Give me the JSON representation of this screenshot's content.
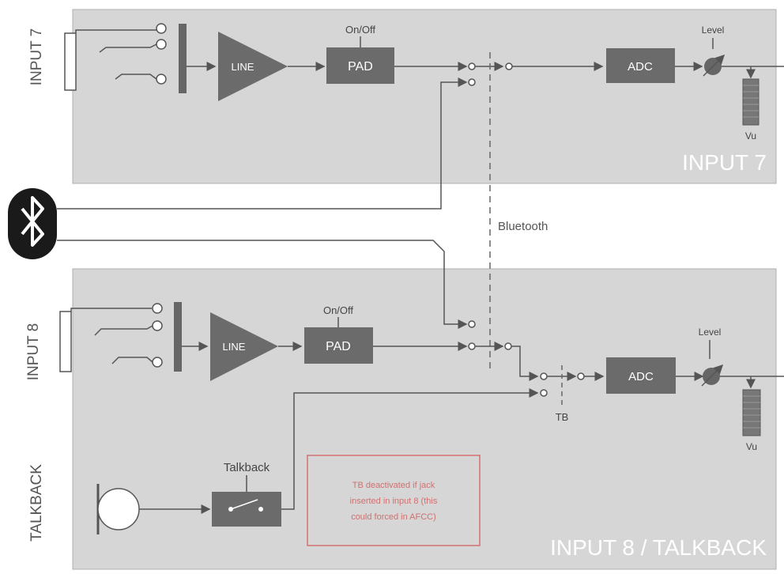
{
  "sections": {
    "input7": {
      "side_label": "INPUT 7",
      "panel_title": "INPUT 7",
      "line": "LINE",
      "pad": "PAD",
      "pad_switch": "On/Off",
      "adc": "ADC",
      "level": "Level",
      "vu": "Vu"
    },
    "input8": {
      "side_label": "INPUT 8",
      "panel_title": "INPUT 8 / TALKBACK",
      "line": "LINE",
      "pad": "PAD",
      "pad_switch": "On/Off",
      "adc": "ADC",
      "level": "Level",
      "vu": "Vu",
      "tb_switch": "TB"
    },
    "talkback": {
      "side_label": "TALKBACK",
      "switch_label": "Talkback",
      "note_lines": [
        "TB deactivated if jack",
        "inserted in input 8 (this",
        "could forced in AFCC)"
      ]
    },
    "bluetooth": {
      "divider_label": "Bluetooth"
    }
  },
  "colors": {
    "panel": "#d6d6d6",
    "block": "#6b6b6b",
    "wire": "#555555",
    "note": "#d07070"
  }
}
